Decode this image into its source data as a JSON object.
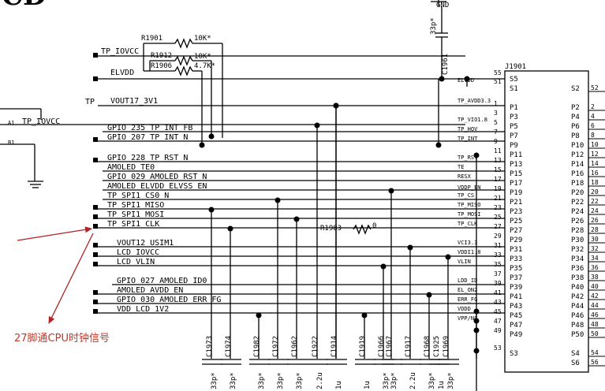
{
  "header": {
    "fragment": "CD"
  },
  "gnd_label": "GND",
  "left_port": {
    "a1": "A1",
    "b1": "B1",
    "net": "TP_IOVCC"
  },
  "resistors": {
    "r1901": "R1901",
    "r1901_val": "10K*",
    "r1912": "R1912",
    "r1912_val": "10K*",
    "r1906": "R1906",
    "r1906_val": "4.7K*",
    "r1983": "R1983",
    "r1983_val": "0"
  },
  "cap_top": {
    "ref": "C1961",
    "value": "33p*"
  },
  "nets_top": {
    "tp_iovcc": "TP_IOVCC",
    "elvdd": "ELVDD",
    "tp_prefix": "TP",
    "vout17": "VOUT17_3V1"
  },
  "nets": [
    "GPIO_235_TP_INT_FB",
    "GPIO_207_TP_INT_N",
    "GPIO_228_TP_RST_N",
    "AMOLED_TE0",
    "GPIO_029_AMOLED_RST_N",
    "AMOLED_ELVDD_ELVSS_EN",
    "TP_SPI1_CS0_N",
    "TP_SPI1_MISO",
    "TP_SPI1_MOSI",
    "TP_SPI1_CLK",
    "VOUT12_USIM1",
    "LCD_IOVCC",
    "LCD_VLIN",
    "GPIO_027_AMOLED_ID0",
    "AMOLED_AVDD_EN",
    "GPIO_030_AMOLED_ERR_FG",
    "VDD_LCD_1V2"
  ],
  "pin_labels": [
    "ELVDD",
    "TP_AVDD3.3",
    "TP_VIO1.8",
    "TP_HOV",
    "TP_INT",
    "TP_RST",
    "TE",
    "RESX",
    "VDDP_EN",
    "TP_CS",
    "TP_MISO",
    "TP_MOSI",
    "TP_CLK",
    "VCI3.3",
    "VDDI1.8",
    "VLIN",
    "LDD_ID",
    "EL_ON2",
    "ERR_FG",
    "VDDD",
    "VPP/NC"
  ],
  "pin_numbers": [
    "55",
    "51",
    "1",
    "3",
    "5",
    "7",
    "9",
    "11",
    "13",
    "15",
    "17",
    "19",
    "21",
    "23",
    "25",
    "27",
    "29",
    "31",
    "33",
    "35",
    "37",
    "39",
    "41",
    "43",
    "45",
    "47",
    "49",
    "53"
  ],
  "connector": {
    "ref": "J1901",
    "left_pins": [
      "S5",
      "S1",
      "P1",
      "P3",
      "P5",
      "P7",
      "P9",
      "P11",
      "P13",
      "P15",
      "P17",
      "P19",
      "P21",
      "P23",
      "P25",
      "P27",
      "P29",
      "P31",
      "P33",
      "P35",
      "P37",
      "P39",
      "P41",
      "P43",
      "P45",
      "P47",
      "P49",
      "S3"
    ],
    "right_pins": [
      "S2",
      "P2",
      "P4",
      "P6",
      "P8",
      "P10",
      "P12",
      "P14",
      "P16",
      "P18",
      "P20",
      "P22",
      "P24",
      "P26",
      "P28",
      "P30",
      "P32",
      "P34",
      "P36",
      "P38",
      "P40",
      "P42",
      "P44",
      "P46",
      "P48",
      "P50",
      "S4",
      "S6"
    ],
    "right_nums": [
      "52",
      "2",
      "4",
      "6",
      "8",
      "10",
      "12",
      "14",
      "16",
      "18",
      "20",
      "22",
      "24",
      "26",
      "28",
      "30",
      "32",
      "34",
      "36",
      "38",
      "40",
      "42",
      "44",
      "46",
      "48",
      "50",
      "54",
      "56"
    ]
  },
  "caps_bottom": [
    {
      "ref": "C1973",
      "value": "33p*"
    },
    {
      "ref": "C1974",
      "value": "33p*"
    },
    {
      "ref": "C1982",
      "value": "33p*"
    },
    {
      "ref": "C1972",
      "value": "33p*"
    },
    {
      "ref": "C1962",
      "value": "33p*"
    },
    {
      "ref": "C1922",
      "value": "2.2u"
    },
    {
      "ref": "C1914",
      "value": "1u"
    },
    {
      "ref": "C1919",
      "value": "1u"
    },
    {
      "ref": "C1966",
      "value": "33p*"
    },
    {
      "ref": "C1967",
      "value": "33p*"
    },
    {
      "ref": "C1917",
      "value": "2.2u"
    },
    {
      "ref": "C1968",
      "value": "33p*"
    },
    {
      "ref": "C1925",
      "value": "1u"
    },
    {
      "ref": "C1969",
      "value": "33p*"
    }
  ],
  "annotation": "27脚通CPU时钟信号"
}
